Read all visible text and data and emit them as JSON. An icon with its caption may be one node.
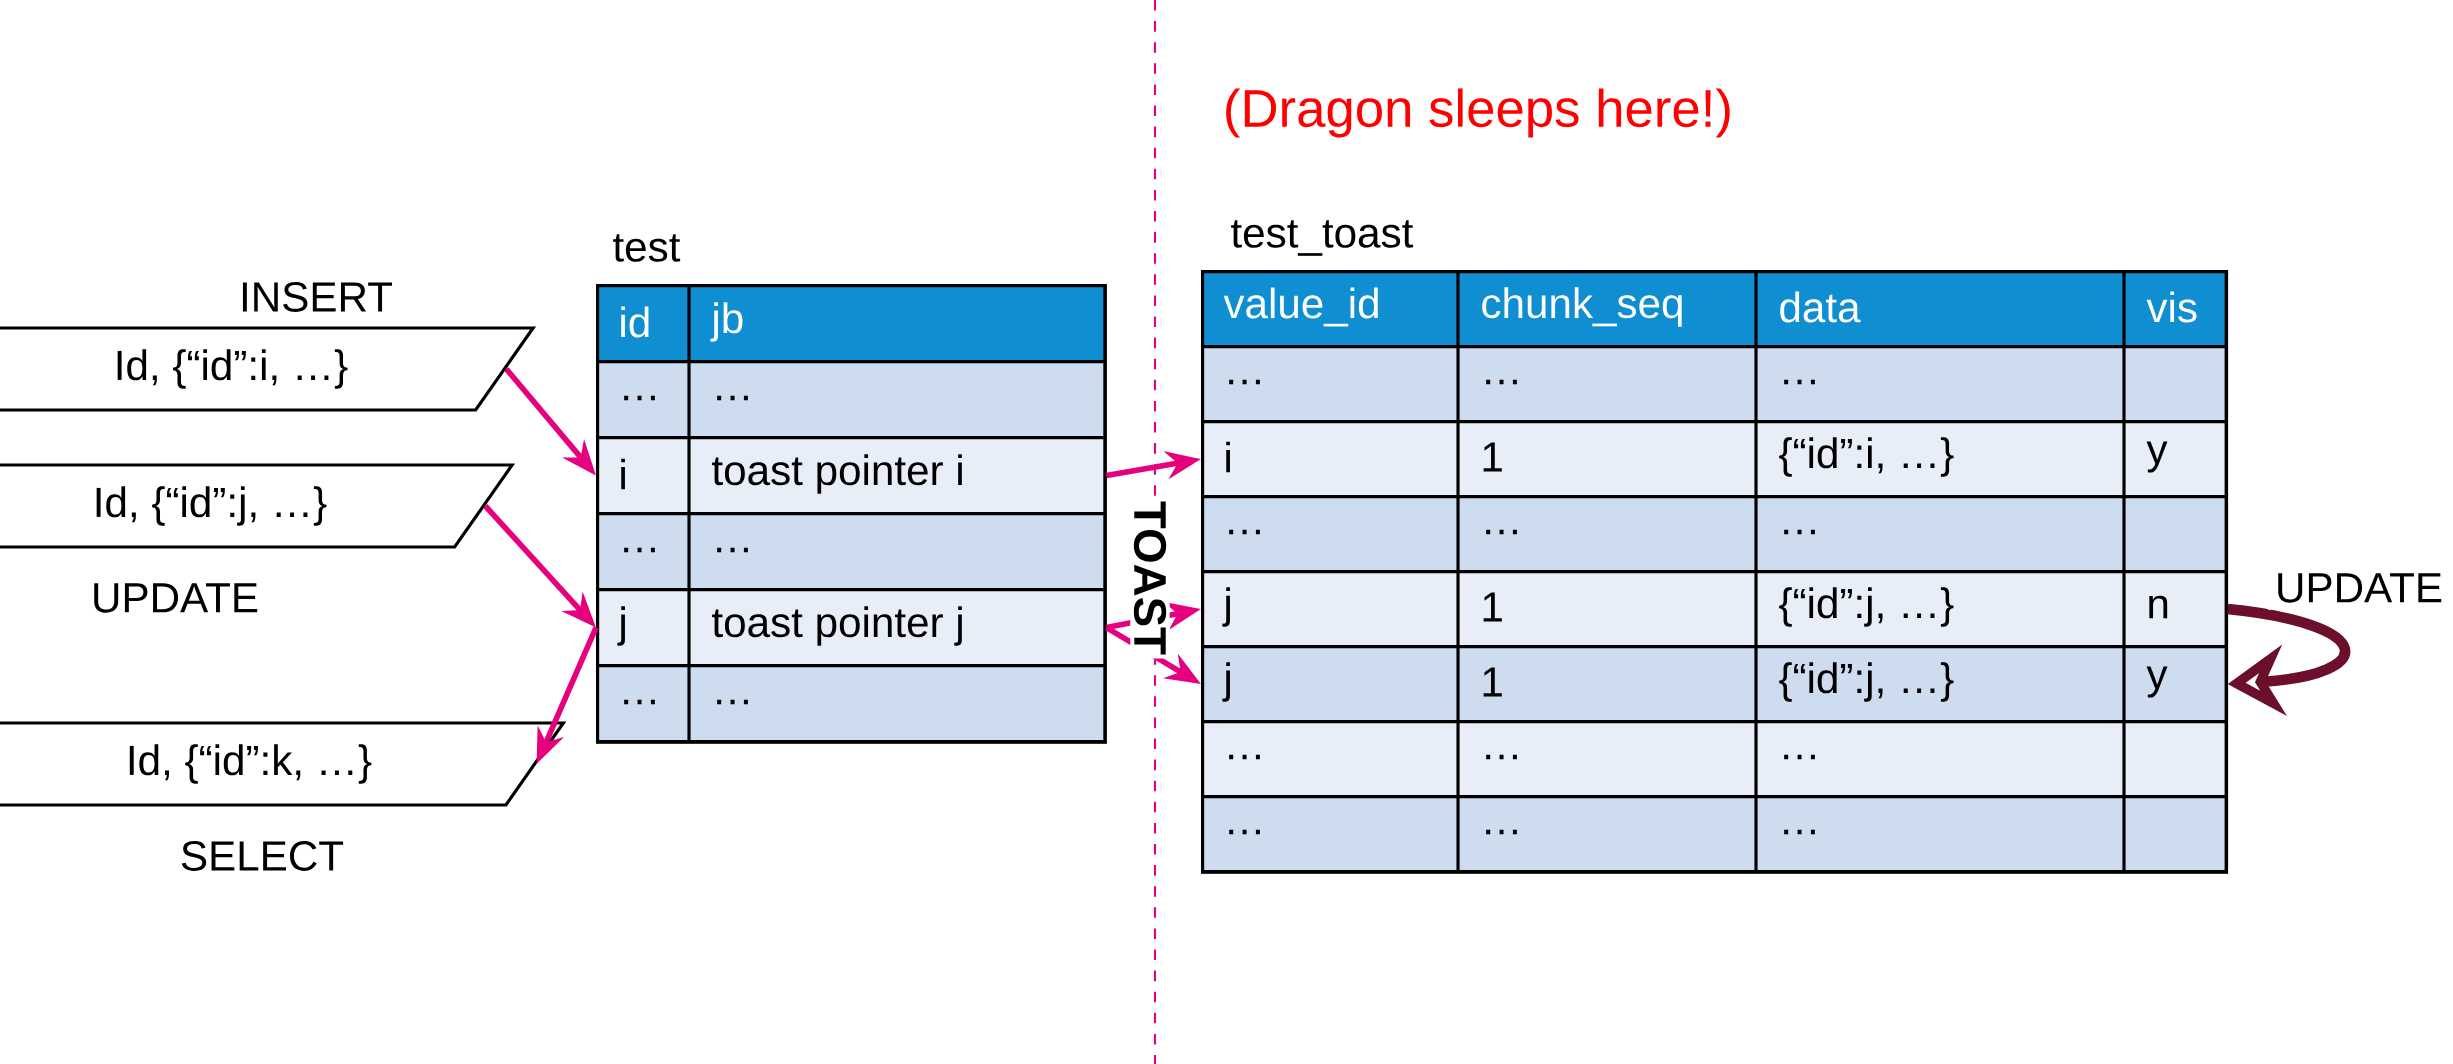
{
  "diagram": {
    "nodes": [
      {
        "text": [
          "Id, {“id”:i, …}"
        ],
        "beside": [
          "INSERT"
        ]
      },
      {
        "text": [
          "Id, {“id”:j, …}"
        ],
        "beside": [
          "UPDATE"
        ]
      },
      {
        "text": [
          "Id, {“id”:k, …}"
        ],
        "beside": [
          "SELECT"
        ]
      },
      {
        "text": [
          "test"
        ]
      },
      {
        "text": [
          "id",
          "jb"
        ],
        "in": 3
      },
      {
        "text": [
          "…",
          "…"
        ],
        "in": 3
      },
      {
        "text": [
          "i",
          "toast pointer i"
        ],
        "in": 3
      },
      {
        "text": [
          "…",
          "…"
        ],
        "in": 3
      },
      {
        "text": [
          "j",
          "toast pointer j"
        ],
        "in": 3
      },
      {
        "text": [
          "…",
          "…"
        ],
        "in": 3
      },
      {
        "text": [
          "test_toast"
        ]
      },
      {
        "text": [
          "value_id",
          "chunk_seq",
          "data",
          "vis"
        ],
        "in": 10
      },
      {
        "text": [
          "…",
          "…",
          "…"
        ],
        "in": 10
      },
      {
        "text": [
          "i",
          "1",
          "{“id”:i, …}",
          "y"
        ],
        "in": 10
      },
      {
        "text": [
          "…",
          "…",
          "…"
        ],
        "in": 10
      },
      {
        "text": [
          "j",
          "1",
          "{“id”:j, …}",
          "n"
        ],
        "in": 10
      },
      {
        "text": [
          "j",
          "1",
          "{“id”:j, …}",
          "y"
        ],
        "in": 10
      },
      {
        "text": [
          "…",
          "…",
          "…"
        ],
        "in": 10
      },
      {
        "text": [
          "…",
          "…",
          "…"
        ],
        "in": 10
      }
    ],
    "edges": [
      {
        "from": 0,
        "to": 6,
        "arrow": "to"
      },
      {
        "from": 1,
        "to": 8,
        "arrow": "to"
      },
      {
        "from": 8,
        "to": 2,
        "arrow": "to"
      },
      {
        "from": 6,
        "to": 13,
        "arrow": "to"
      },
      {
        "from": 8,
        "to": 15,
        "arrow": "to"
      },
      {
        "from": 8,
        "to": 16,
        "arrow": "to"
      },
      {
        "from": 15,
        "to": 16,
        "arrow": "to",
        "label": "UPDATE",
        "style": "thick",
        "color": "#6b0f2a"
      }
    ],
    "labels": [
      "(Dragon sleeps here!)",
      "TOAST"
    ]
  }
}
